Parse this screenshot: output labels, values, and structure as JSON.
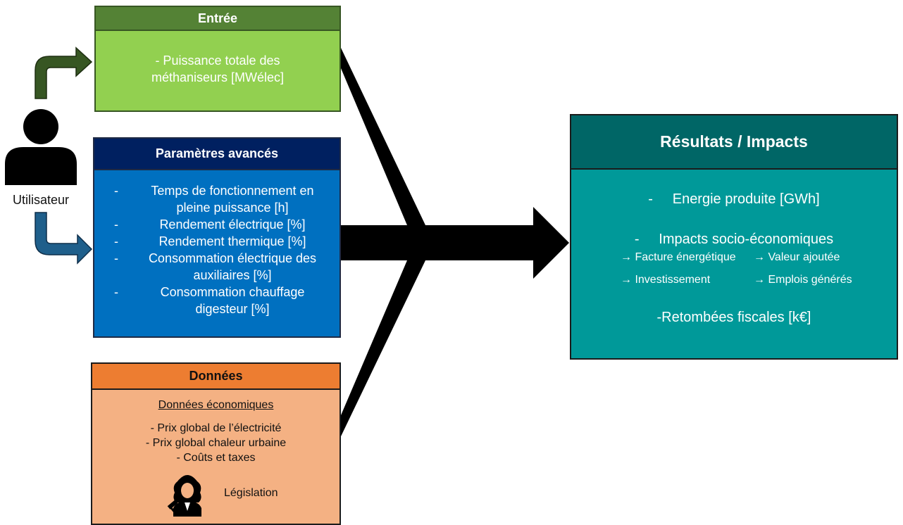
{
  "user": {
    "label": "Utilisateur"
  },
  "entree": {
    "title": "Entrée",
    "lines": [
      "- Puissance totale des",
      "méthaniseurs [MWélec]"
    ]
  },
  "params": {
    "title": "Paramètres avancés",
    "items": [
      {
        "dash": "-",
        "lines": [
          "Temps de fonctionnement en",
          "pleine puissance [h]"
        ]
      },
      {
        "dash": "-",
        "lines": [
          "Rendement électrique [%]"
        ]
      },
      {
        "dash": "-",
        "lines": [
          "Rendement thermique [%]"
        ]
      },
      {
        "dash": "-",
        "lines": [
          "Consommation électrique des",
          "auxiliaires [%]"
        ]
      },
      {
        "dash": "-",
        "lines": [
          "Consommation chauffage",
          "digesteur [%]"
        ]
      }
    ]
  },
  "donnees": {
    "title": "Données",
    "subtitle": "Données économiques",
    "items": [
      "-  Prix global de l’électricité",
      "-    Prix global chaleur urbaine",
      "-    Coûts et taxes"
    ],
    "legislation": "Législation"
  },
  "resultats": {
    "title": "Résultats / Impacts",
    "energie": "-     Energie produite [GWh]",
    "impacts": "-     Impacts socio-économiques",
    "sub_items": [
      "→ Facture énergétique",
      "→ Valeur ajoutée",
      "→ Investissement",
      "→ Emplois générés"
    ],
    "fiscal": "-Retombées fiscales [k€]"
  },
  "colors": {
    "entree": "#92d050",
    "entree_header": "#548235",
    "params": "#0070c0",
    "params_header": "#002060",
    "donnees": "#f4b183",
    "donnees_header": "#ed7d31",
    "resultats": "#009999",
    "resultats_header": "#006666",
    "arrow": "#000000"
  },
  "icons": [
    "person-icon",
    "judge-icon",
    "bent-arrow-up-icon",
    "bent-arrow-down-icon",
    "funnel-arrow-icon"
  ]
}
